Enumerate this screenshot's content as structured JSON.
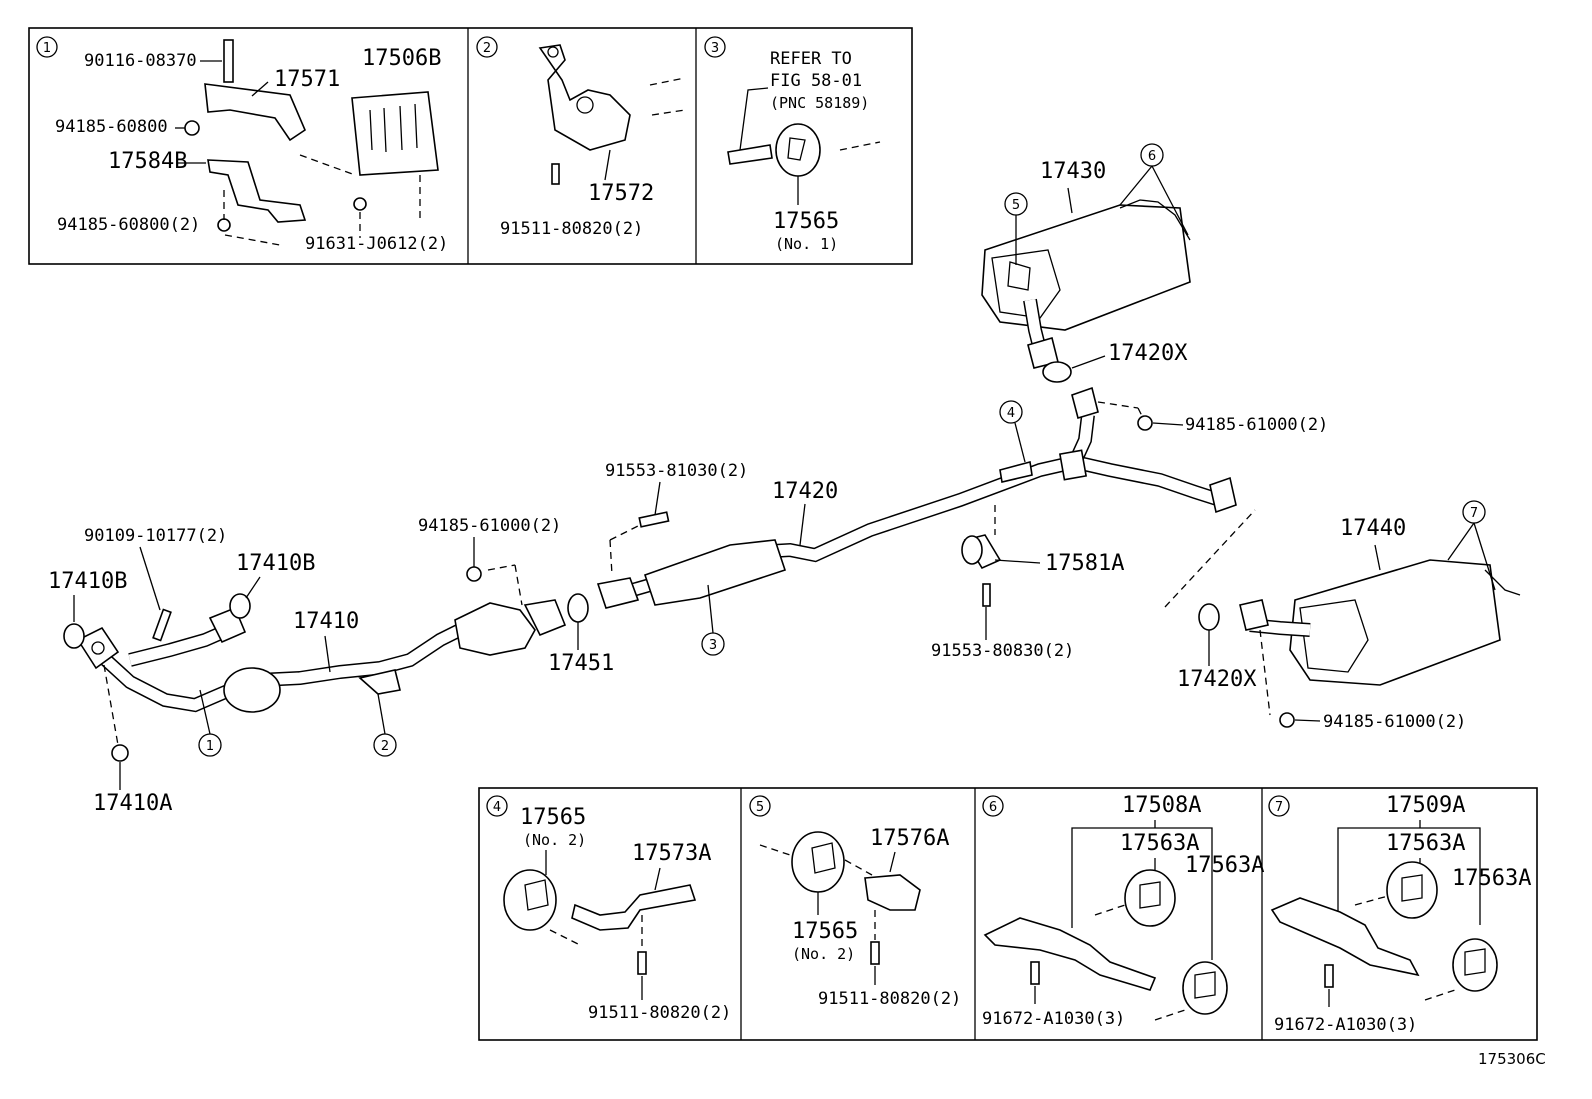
{
  "figure_code": "175306C",
  "detail_panels": {
    "p1": {
      "num": "1",
      "labels": [
        "90116-08370",
        "17571",
        "17506B",
        "94185-60800",
        "17584B",
        "94185-60800(2)",
        "91631-J0612(2)"
      ]
    },
    "p2": {
      "num": "2",
      "labels": [
        "17572",
        "91511-80820(2)"
      ]
    },
    "p3": {
      "num": "3",
      "refer_1": "REFER TO",
      "refer_2": "FIG 58-01",
      "refer_3": "(PNC 58189)",
      "labels": [
        "17565",
        "(No. 1)"
      ]
    },
    "p4": {
      "num": "4",
      "labels": [
        "17565",
        "(No. 2)",
        "17573A",
        "91511-80820(2)"
      ]
    },
    "p5": {
      "num": "5",
      "labels": [
        "17576A",
        "17565",
        "(No. 2)",
        "91511-80820(2)"
      ]
    },
    "p6": {
      "num": "6",
      "labels": [
        "17508A",
        "17563A",
        "17563A",
        "91672-A1030(3)"
      ]
    },
    "p7": {
      "num": "7",
      "labels": [
        "17509A",
        "17563A",
        "17563A",
        "91672-A1030(3)"
      ]
    }
  },
  "main": {
    "labels": {
      "l17430": "17430",
      "l17420X_top": "17420X",
      "l94185_61000_a": "94185-61000(2)",
      "l17420": "17420",
      "l91553_81030": "91553-81030(2)",
      "l94185_61000_b": "94185-61000(2)",
      "l90109": "90109-10177(2)",
      "l17410B_a": "17410B",
      "l17410B_b": "17410B",
      "l17410": "17410",
      "l17451": "17451",
      "l17581A": "17581A",
      "l91553_80830": "91553-80830(2)",
      "l17440": "17440",
      "l17420X_bot": "17420X",
      "l94185_61000_c": "94185-61000(2)",
      "l17410A": "17410A"
    },
    "callouts": {
      "c1": "1",
      "c2": "2",
      "c3": "3",
      "c4": "4",
      "c5": "5",
      "c6": "6",
      "c7": "7"
    }
  }
}
